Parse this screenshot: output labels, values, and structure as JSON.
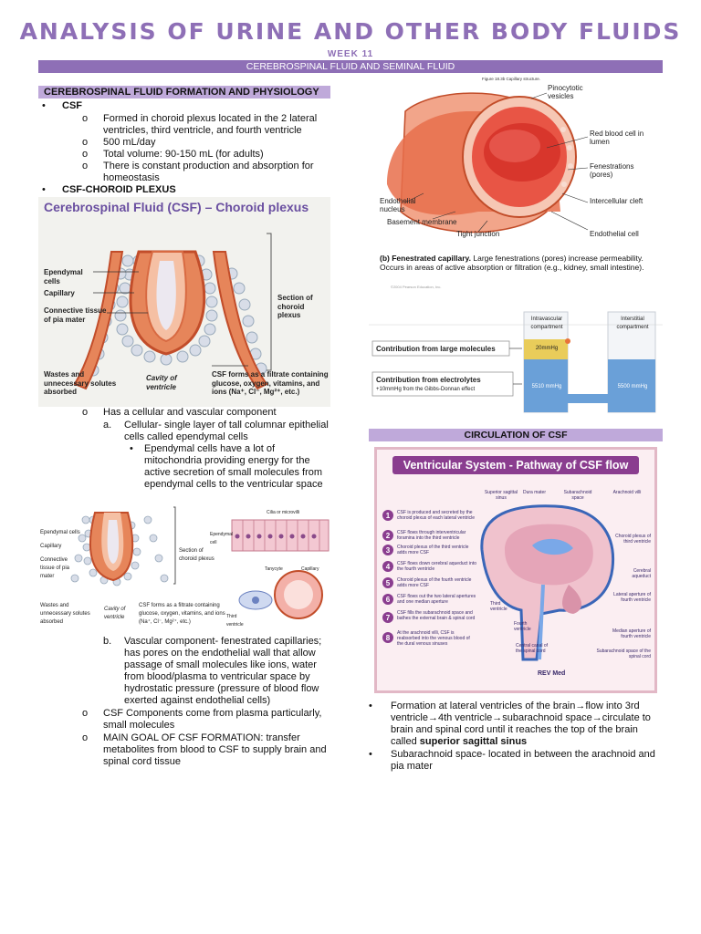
{
  "header": {
    "title": "ANALYSIS OF URINE AND OTHER BODY FLUIDS",
    "week": "WEEK 11",
    "banner": "CEREBROSPINAL FLUID AND SEMINAL FLUID"
  },
  "left": {
    "section_heading": "CEREBROSPINAL FLUID FORMATION AND PHYSIOLOGY",
    "csf_label": "CSF",
    "csf_points": [
      "Formed in choroid plexus located in the 2 lateral ventricles, third ventricle, and fourth ventricle",
      "500 mL/day",
      "Total volume: 90-150 mL (for adults)",
      "There is constant production and absorption for homeostasis"
    ],
    "choroid_label": "CSF-CHOROID PLEXUS",
    "fig1": {
      "title": "Cerebrospinal Fluid (CSF) – Choroid plexus",
      "ependymal": "Ependymal cells",
      "capillary": "Capillary",
      "connective": "Connective tissue of pia mater",
      "wastes": "Wastes and unnecessary solutes absorbed",
      "cavity": "Cavity of ventricle",
      "section": "Section of choroid plexus",
      "filtrate": "CSF forms as a filtrate containing glucose, oxygen, vitamins, and ions (Na⁺, Cl⁻, Mg²⁺, etc.)"
    },
    "cellular_intro": "Has a cellular and vascular component",
    "cellular_a": "Cellular- single layer of tall columnar epithelial cells called ependymal cells",
    "cellular_a_letter": "a.",
    "cellular_a_sub": "Ependymal cells have a lot of mitochondria providing energy for the active secretion of small molecules from ependymal cells to the ventricular space",
    "fig2": {
      "ependymal": "Ependymal cells",
      "capillary": "Capillary",
      "connective": "Connective tissue of pia mater",
      "wastes": "Wastes and unnecessary solutes absorbed",
      "cavity": "Cavity of ventricle",
      "section": "Section of choroid plexus",
      "filtrate": "CSF forms as a filtrate containing glucose, oxygen, vitamins, and ions (Na⁺, Cl⁻, Mg²⁺, etc.)",
      "cilia": "Cilia or microvilli",
      "ependymal_cell": "Ependymal cell",
      "tanycyte": "Tanycyte",
      "capillary2": "Capillary",
      "third_ventricle": "Third ventricle"
    },
    "vascular_letter": "b.",
    "vascular_b": "Vascular component- fenestrated capillaries; has pores on the endothelial wall that allow passage of small molecules like ions, water from blood/plasma to ventricular space by hydrostatic pressure (pressure of blood flow exerted against endothelial cells)",
    "components": "CSF Components come from plasma particularly, small molecules",
    "goal": "MAIN GOAL OF CSF FORMATION: transfer metabolites from blood to CSF to supply brain and spinal cord tissue"
  },
  "right": {
    "cap_fig": {
      "caption_top": "Figure 18.3b  Capillary structure.",
      "pinocytotic": "Pinocytotic vesicles",
      "rbc": "Red blood cell in lumen",
      "fenestrations": "Fenestrations (pores)",
      "intercellular": "Intercellular cleft",
      "endothelial_cell": "Endothelial cell",
      "endothelial_nucleus": "Endothelial nucleus",
      "basement": "Basement membrane",
      "tight": "Tight junction",
      "caption_bold": "(b) Fenestrated capillary.",
      "caption_rest": "Large fenestrations (pores) increase permeability. Occurs in areas of active absorption or filtration (e.g., kidney, small intestine).",
      "copyright": "©2004 Pearson Education, Inc."
    },
    "pressure_fig": {
      "intravascular": "Intravascular compartment",
      "interstitial": "Interstitial compartment",
      "large_molecules": "Contribution from large molecules",
      "electrolytes": "Contribution from electrolytes",
      "gibbs": "+10mmHg from the Gibbs-Donnan effect",
      "val_20": "20mmHg",
      "val_5510": "5510 mmHg",
      "val_5500": "5500 mmHg"
    },
    "circulation_heading": "CIRCULATION OF CSF",
    "vent_fig": {
      "title": "Ventricular System - Pathway of CSF flow",
      "steps": [
        "CSF is produced and secreted by the choroid plexus of each lateral ventricle",
        "CSF flows through interventricular foramina into the third ventricle",
        "Choroid plexus of the third ventricle adds more CSF",
        "CSF flows down cerebral aqueduct into the fourth ventricle",
        "Choroid plexus of the fourth ventricle adds more CSF",
        "CSF flows out the two lateral apertures and one median aperture",
        "CSF fills the subarachnoid space and bathes the external brain & spinal cord",
        "At the arachnoid villi, CSF is reabsorbed into the venous blood of the dural venous sinuses"
      ],
      "superior_sinus": "Superior sagittal sinus",
      "dura": "Dura mater",
      "subarachnoid": "Subarachnoid space",
      "arachnoid_villi": "Arachnoid villi",
      "choroid_third": "Choroid plexus of third ventricle",
      "aqueduct": "Cerebral aqueduct",
      "lateral_aperture": "Lateral aperture of fourth ventricle",
      "median_aperture": "Median aperture of fourth ventricle",
      "subarachnoid_cord": "Subarachnoid space of the spinal cord",
      "third_ventricle": "Third ventricle",
      "fourth_ventricle": "Fourth ventricle",
      "central_canal": "Central canal of the spinal cord",
      "logo": "REV Med"
    },
    "bullet1_pre": "Formation at lateral ventricles of the brain→flow into 3rd ventricle→4th ventricle→subarachnoid space→circulate to brain and spinal cord until it reaches the top of the brain called ",
    "bullet1_bold": "superior sagittal sinus",
    "bullet2": "Subarachnoid space- located in between the arachnoid and pia mater"
  }
}
